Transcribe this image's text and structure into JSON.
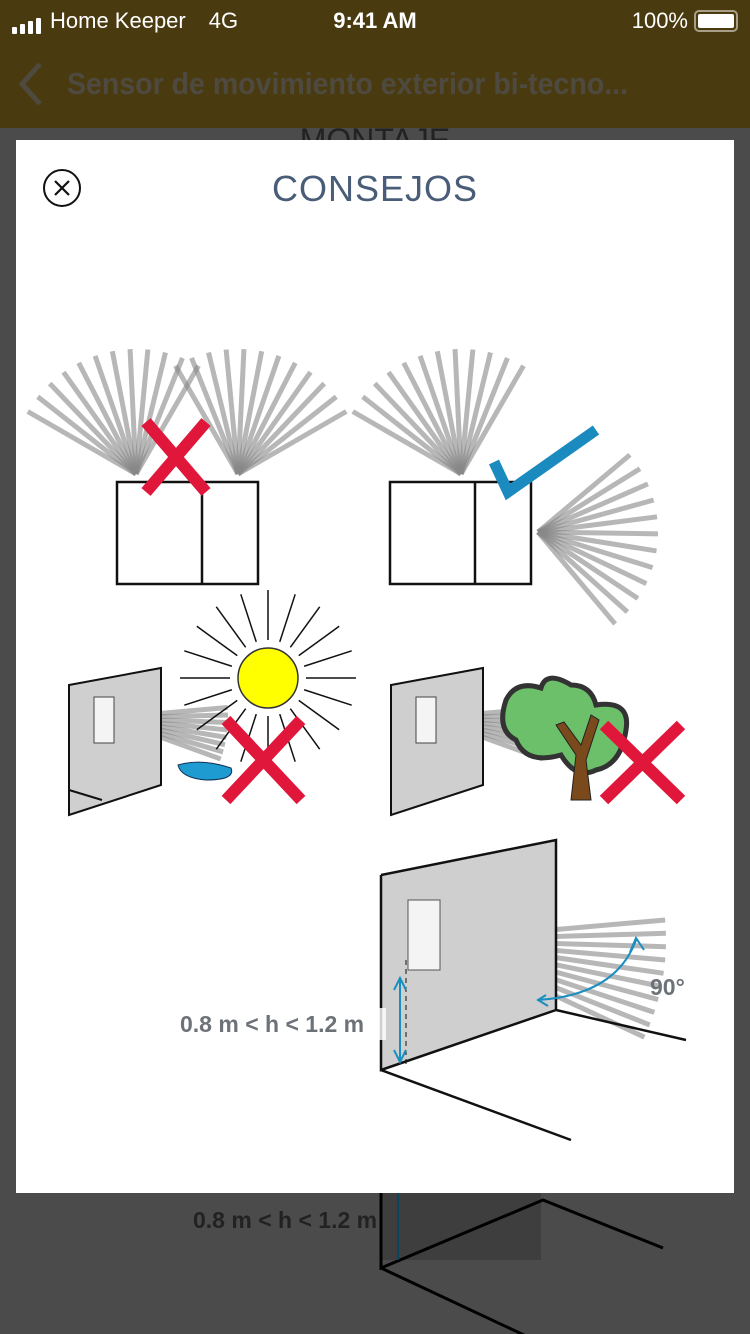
{
  "status_bar": {
    "carrier": "Home Keeper",
    "network": "4G",
    "time": "9:41 AM",
    "battery": "100%"
  },
  "nav": {
    "title": "Sensor de movimiento exterior bi-tecno..."
  },
  "background": {
    "section_title": "MONTAJE",
    "height_label": "0.8 m < h < 1.2 m"
  },
  "modal": {
    "title": "CONSEJOS",
    "height_label": "0.8 m < h < 1.2 m",
    "angle_label": "90°",
    "colors": {
      "cross": "#e0173a",
      "check": "#1b8bbf",
      "sun": "#ffff00",
      "tree": "#6cc069",
      "arrow": "#1a8ec0"
    }
  }
}
